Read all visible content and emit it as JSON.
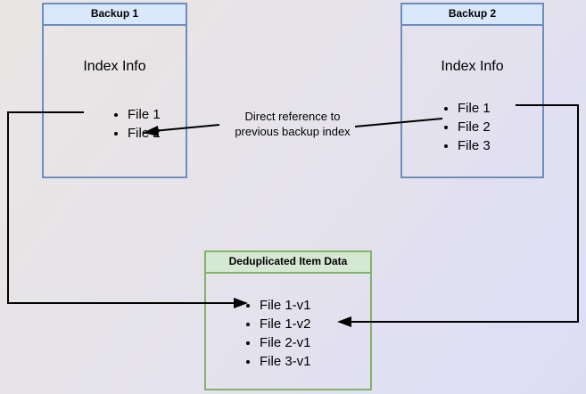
{
  "diagram": {
    "title_blue_1": "Backup 1",
    "title_blue_2": "Backup 2",
    "title_green": "Deduplicated Item Data",
    "index_info_label": "Index Info",
    "caption_line_1": "Direct reference to",
    "caption_line_2": "previous backup index",
    "colors": {
      "blue_border": "#6c8ebf",
      "blue_fill": "#dae8fc",
      "green_border": "#82b366",
      "green_fill": "#d5e8d4",
      "edge_stroke": "#000000",
      "page_background_start": "#eae6e5",
      "page_background_end": "#dcdcf3"
    },
    "backup1": {
      "header": "Backup 1",
      "index_info": "Index Info",
      "files": [
        "File 1",
        "File 2"
      ]
    },
    "backup2": {
      "header": "Backup 2",
      "index_info": "Index Info",
      "files": [
        "File 1",
        "File 2",
        "File 3"
      ]
    },
    "dedup": {
      "header": "Deduplicated Item Data",
      "files": [
        "File 1-v1",
        "File 1-v2",
        "File 2-v1",
        "File 3-v1"
      ]
    }
  }
}
